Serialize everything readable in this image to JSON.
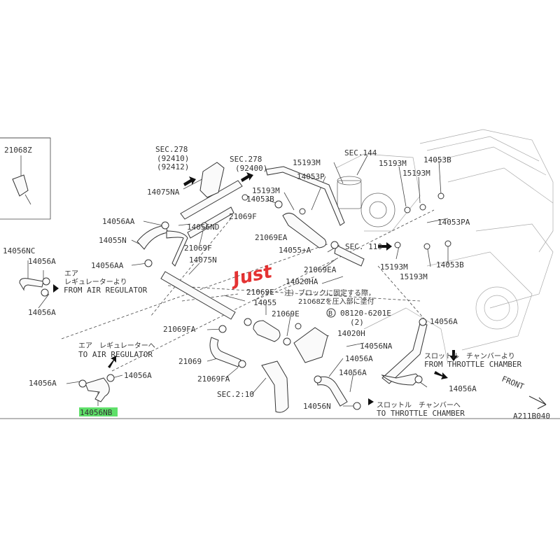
{
  "diagram_code": "A211B040",
  "watermark": "Just",
  "inset_part": "21068Z",
  "sections": {
    "sec278_a": "SEC.278",
    "sec278_a_codes": [
      "(92410)",
      "(92412)"
    ],
    "sec278_b": "SEC.278",
    "sec278_b_code": "(92400)",
    "sec144": "SEC.144",
    "sec110": "SEC. 110",
    "sec210": "SEC.2‌10"
  },
  "labels": {
    "p14075NA": "14075NA",
    "p14056AA_1": "14056AA",
    "p14055N": "14055N",
    "p14056AA_2": "14056AA",
    "p14056NC": "14056NC",
    "p14056A_1": "14056A",
    "p14056A_2": "14056A",
    "p14056ND": "14056ND",
    "p21069F_1": "21069F",
    "p21069F_2": "21069F",
    "p14075N": "14075N",
    "p15193M_1": "15193M",
    "p14053P": "14053P",
    "p15193M_2": "15193M",
    "p14053B_1": "14053B",
    "p21069EA_1": "21069EA",
    "p14055A": "14055+A",
    "p15193M_3": "15193M",
    "p15193M_4": "15193M",
    "p14053B_2": "14053B",
    "p14053PA": "14053PA",
    "p15193M_5": "15193M",
    "p14053B_3": "14053B",
    "p15193M_6": "15193M",
    "p21069EA_2": "21069EA",
    "p14020HA": "14020HA",
    "p21069E_1": "21069E",
    "p14055": "14055",
    "p21069E_2": "21069E",
    "p08120": "08120-6201E",
    "p08120_qty": "(2)",
    "p08120_mark": "B",
    "p14020H": "14020H",
    "p21069FA_1": "21069FA",
    "p21069": "21069",
    "p21069FA_2": "21069FA",
    "p14056NA": "14056NA",
    "p14056A_3": "14056A",
    "p14056A_4": "14056A",
    "p14056A_5": "14056A",
    "p14056A_6": "14056A",
    "p14056A_7": "14056A",
    "p14056A_8": "14056A",
    "p14056N": "14056N",
    "p14056NB": "14056NB"
  },
  "annotations": {
    "from_air_jp_1": "エア",
    "from_air_jp_2": "レギュレーターより",
    "from_air_en": "FROM AIR REGULATOR",
    "to_air_jp": "エア　レギュレーターへ",
    "to_air_en": "TO AIR REGULATOR",
    "from_throttle_jp": "スロットル　チャンバーより",
    "from_throttle_en": "FROM THROTTLE CHAMBER",
    "to_throttle_jp": "スロットル　チャンバーへ",
    "to_throttle_en": "TO THROTTLE CHAMBER",
    "note_jp_1": "注）ブロックに固定する際，",
    "note_jp_2": "21068Zを圧入部に塗付",
    "front": "FRONT"
  },
  "colors": {
    "highlight": "#5fe06a",
    "watermark": "#e01010"
  }
}
